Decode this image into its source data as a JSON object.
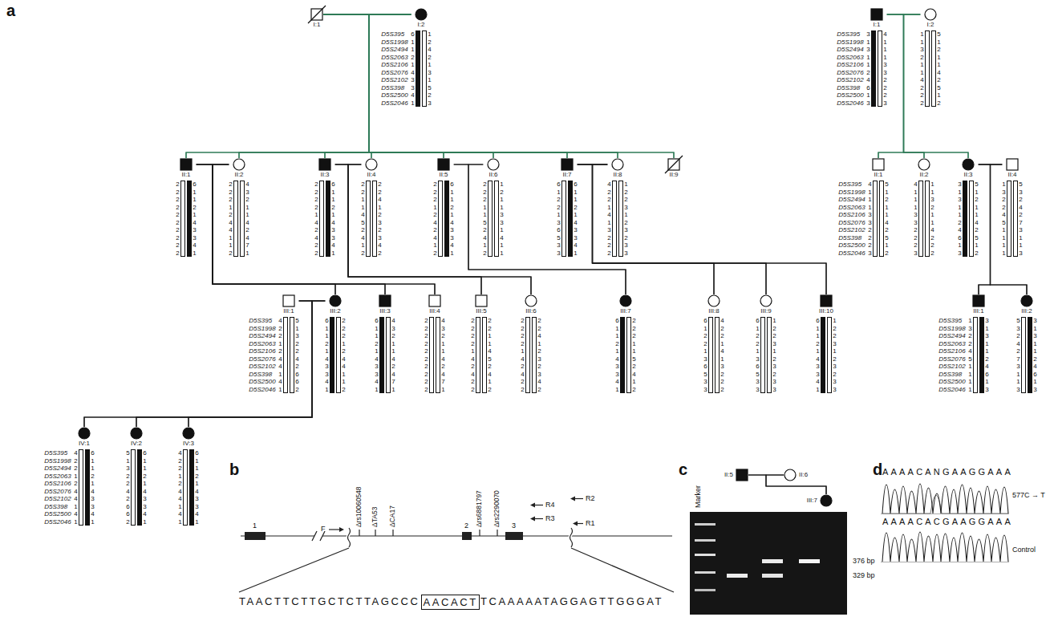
{
  "diagram": {
    "nodes": [
      {
        "text": [
          "I:1"
        ]
      },
      {
        "text": [
          "I:2",
          "6 1 1 2 1 4 3 3 4 1",
          "1 2 4 2 1 3 1 5 2 3"
        ]
      },
      {
        "text": [
          "II:1",
          "2 2 2 2 2 2 2 2 2 2",
          "6 1 1 2 1 4 3 3 4 1"
        ]
      },
      {
        "text": [
          "II:2",
          "2 2 2 1 2 4 4 1 1 2",
          "4 3 2 1 1 4 2 4 7 1"
        ]
      },
      {
        "text": [
          "II:3",
          "2 2 2 2 1 4 2 4 2 2",
          "6 1 1 2 1 4 3 3 4 1"
        ]
      },
      {
        "text": [
          "II:4",
          "2 2 1 1 4 5 2 4 1 2",
          "2 2 4 1 2 3 2 3 4 2"
        ]
      },
      {
        "text": [
          "II:5",
          "2 2 2 1 2 4 2 4 1 2",
          "6 1 1 2 1 4 3 3 4 1"
        ]
      },
      {
        "text": [
          "II:6",
          "2 2 2 1 1 5 2 4 1 2",
          "1 2 1 1 3 3 1 4 1 1"
        ]
      },
      {
        "text": [
          "II:7",
          "6 1 2 2 1 3 6 5 3 3",
          "6 1 1 2 1 4 3 3 4 1"
        ]
      },
      {
        "text": [
          "II:8",
          "4 2 2 1 4 1 3 2 2 2",
          "1 2 2 3 1 2 3 2 3 3"
        ]
      },
      {
        "text": [
          "II:9"
        ]
      },
      {
        "text": [
          "III:1",
          "4 2 2 1 2 4 4 1 4 1",
          "5 1 3 2 2 4 2 6 6 2"
        ]
      },
      {
        "text": [
          "III:2",
          "6 1 1 2 1 4 3 3 4 1",
          "2 2 2 1 2 4 4 1 1 2"
        ]
      },
      {
        "text": [
          "III:3",
          "6 1 1 2 1 4 3 3 4 1",
          "4 3 2 1 1 4 2 4 7 1"
        ]
      },
      {
        "text": [
          "III:4",
          "2 2 2 2 2 2 2 2 2 2",
          "4 3 2 1 1 4 2 4 7 1"
        ]
      },
      {
        "text": [
          "III:5",
          "2 2 2 2 1 4 2 4 2 2",
          "2 2 1 1 4 5 2 4 1 2"
        ]
      },
      {
        "text": [
          "III:6",
          "2 2 2 2 1 4 2 4 2 2",
          "2 2 4 1 2 3 2 3 4 2"
        ]
      },
      {
        "text": [
          "III:7",
          "6 1 1 2 1 4 3 3 4 1",
          "2 2 2 1 1 5 2 4 1 2"
        ]
      },
      {
        "text": [
          "III:8",
          "6 1 2 2 1 3 6 5 3 3",
          "4 2 2 1 4 1 3 2 2 2"
        ]
      },
      {
        "text": [
          "III:9",
          "6 1 2 2 1 3 6 5 3 3",
          "1 2 2 3 1 2 3 2 3 3"
        ]
      },
      {
        "text": [
          "III:10",
          "6 1 1 2 1 4 3 3 4 1",
          "1 2 2 3 1 2 3 2 3 3"
        ]
      },
      {
        "text": [
          "IV:1",
          "4 2 2 1 2 4 4 1 4 1",
          "6 1 1 2 1 4 3 3 4 1"
        ]
      },
      {
        "text": [
          "IV:2",
          "5 1 3 2 2 4 2 6 6 2",
          "6 1 1 2 1 4 3 3 4 1"
        ]
      },
      {
        "text": [
          "IV:3",
          "4 2 2 1 2 4 4 1 4 1",
          "6 1 1 2 1 4 3 3 4 1"
        ]
      },
      {
        "text": [
          "I:1",
          "3 1 3 1 1 2 4 6 1 3",
          "4 1 1 1 3 3 2 2 2 3"
        ]
      },
      {
        "text": [
          "I:2",
          "1 1 3 2 1 1 4 2 2 2",
          "5 1 2 1 1 4 2 5 1 2"
        ]
      },
      {
        "text": [
          "II:1",
          "4 1 1 1 3 3 2 2 2 3",
          "5 1 2 1 1 4 2 5 1 2"
        ]
      },
      {
        "text": [
          "II:2",
          "4 1 1 1 3 3 2 2 2 3",
          "1 1 3 2 1 1 4 2 2 2"
        ]
      },
      {
        "text": [
          "II:3",
          "3 1 3 1 1 2 4 6 1 3",
          "5 1 2 1 1 4 2 5 1 2"
        ]
      },
      {
        "text": [
          "II:4",
          "1 3 2 2 4 5 1 1 1 1",
          "5 3 2 4 2 7 3 1 1 3"
        ]
      },
      {
        "text": [
          "III:1",
          "1 3 2 2 4 5 1 1 1 1",
          "3 1 3 1 1 2 4 6 1 3"
        ]
      },
      {
        "text": [
          "III:2",
          "5 3 2 4 2 7 3 1 1 3",
          "3 1 3 1 1 2 4 6 1 3"
        ]
      },
      {
        "text": [
          "AACACT"
        ]
      },
      {
        "text": [
          "II:5"
        ]
      },
      {
        "text": [
          "II:6"
        ]
      },
      {
        "text": [
          "III:7"
        ]
      }
    ],
    "edges": [
      {
        "from": 0,
        "to": 1,
        "arrow": "none"
      },
      {
        "from": 0,
        "to": 2,
        "arrow": "none"
      },
      {
        "from": 0,
        "to": 3,
        "arrow": "none"
      },
      {
        "from": 0,
        "to": 4,
        "arrow": "none"
      },
      {
        "from": 0,
        "to": 5,
        "arrow": "none"
      },
      {
        "from": 0,
        "to": 6,
        "arrow": "none"
      },
      {
        "from": 0,
        "to": 7,
        "arrow": "none"
      },
      {
        "from": 0,
        "to": 8,
        "arrow": "none"
      },
      {
        "from": 0,
        "to": 9,
        "arrow": "none"
      },
      {
        "from": 0,
        "to": 10,
        "arrow": "none"
      },
      {
        "from": 1,
        "to": 2,
        "arrow": "none"
      },
      {
        "from": 1,
        "to": 3,
        "arrow": "none"
      },
      {
        "from": 1,
        "to": 4,
        "arrow": "none"
      },
      {
        "from": 1,
        "to": 5,
        "arrow": "none"
      },
      {
        "from": 1,
        "to": 6,
        "arrow": "none"
      },
      {
        "from": 1,
        "to": 7,
        "arrow": "none"
      },
      {
        "from": 1,
        "to": 8,
        "arrow": "none"
      },
      {
        "from": 1,
        "to": 9,
        "arrow": "none"
      },
      {
        "from": 1,
        "to": 10,
        "arrow": "none"
      },
      {
        "from": 2,
        "to": 3,
        "arrow": "none"
      },
      {
        "from": 2,
        "to": 12,
        "arrow": "none"
      },
      {
        "from": 2,
        "to": 13,
        "arrow": "none"
      },
      {
        "from": 2,
        "to": 14,
        "arrow": "none"
      },
      {
        "from": 3,
        "to": 12,
        "arrow": "none"
      },
      {
        "from": 3,
        "to": 13,
        "arrow": "none"
      },
      {
        "from": 3,
        "to": 14,
        "arrow": "none"
      },
      {
        "from": 4,
        "to": 5,
        "arrow": "none"
      },
      {
        "from": 4,
        "to": 15,
        "arrow": "none"
      },
      {
        "from": 4,
        "to": 16,
        "arrow": "none"
      },
      {
        "from": 5,
        "to": 15,
        "arrow": "none"
      },
      {
        "from": 5,
        "to": 16,
        "arrow": "none"
      },
      {
        "from": 6,
        "to": 7,
        "arrow": "none"
      },
      {
        "from": 6,
        "to": 17,
        "arrow": "none"
      },
      {
        "from": 7,
        "to": 17,
        "arrow": "none"
      },
      {
        "from": 8,
        "to": 9,
        "arrow": "none"
      },
      {
        "from": 8,
        "to": 18,
        "arrow": "none"
      },
      {
        "from": 8,
        "to": 19,
        "arrow": "none"
      },
      {
        "from": 8,
        "to": 20,
        "arrow": "none"
      },
      {
        "from": 9,
        "to": 18,
        "arrow": "none"
      },
      {
        "from": 9,
        "to": 19,
        "arrow": "none"
      },
      {
        "from": 9,
        "to": 20,
        "arrow": "none"
      },
      {
        "from": 11,
        "to": 12,
        "arrow": "none"
      },
      {
        "from": 11,
        "to": 21,
        "arrow": "none"
      },
      {
        "from": 11,
        "to": 22,
        "arrow": "none"
      },
      {
        "from": 11,
        "to": 23,
        "arrow": "none"
      },
      {
        "from": 12,
        "to": 21,
        "arrow": "none"
      },
      {
        "from": 12,
        "to": 22,
        "arrow": "none"
      },
      {
        "from": 12,
        "to": 23,
        "arrow": "none"
      },
      {
        "from": 24,
        "to": 25,
        "arrow": "none"
      },
      {
        "from": 24,
        "to": 26,
        "arrow": "none"
      },
      {
        "from": 24,
        "to": 27,
        "arrow": "none"
      },
      {
        "from": 24,
        "to": 28,
        "arrow": "none"
      },
      {
        "from": 25,
        "to": 26,
        "arrow": "none"
      },
      {
        "from": 25,
        "to": 27,
        "arrow": "none"
      },
      {
        "from": 25,
        "to": 28,
        "arrow": "none"
      },
      {
        "from": 28,
        "to": 29,
        "arrow": "none"
      },
      {
        "from": 28,
        "to": 30,
        "arrow": "none"
      },
      {
        "from": 28,
        "to": 31,
        "arrow": "none"
      },
      {
        "from": 29,
        "to": 30,
        "arrow": "none"
      },
      {
        "from": 29,
        "to": 31,
        "arrow": "none"
      },
      {
        "from": 33,
        "to": 34,
        "arrow": "none"
      },
      {
        "from": 33,
        "to": 35,
        "arrow": "none"
      },
      {
        "from": 34,
        "to": 35,
        "arrow": "none"
      }
    ],
    "labels": [
      "a",
      "D5S395 D5S1998 D5S2494 D5S2063 D5S2106 D5S2076 D5S2102 D5S398 D5S2500 D5S2046",
      "D5S395 D5S1998 D5S2494 D5S2063 D5S2106 D5S2076 D5S2102 D5S398 D5S2500 D5S2046",
      "D5S395 D5S1998 D5S2494 D5S2063 D5S2106 D5S2076 D5S2102 D5S398 D5S2500 D5S2046",
      "D5S395 D5S1998 D5S2494 D5S2063 D5S2106 D5S2076 D5S2102 D5S398 D5S2500 D5S2046",
      "D5S395 D5S1998 D5S2494 D5S2063 D5S2106 D5S2076 D5S2102 D5S398 D5S2500 D5S2046",
      "D5S395 D5S1998 D5S2494 D5S2063 D5S2106 D5S2076 D5S2102 D5S398 D5S2500 D5S2046",
      "b",
      "1",
      "2",
      "3",
      "F",
      "Δrs10060548",
      "ΔTA53",
      "ΔCA17",
      "Δrs6881797",
      "Δrs2290070",
      "R4",
      "R2",
      "R3",
      "R1",
      "TAACTTCTTGCTCTTAGCCC",
      "TCAAAAATAGGAGTTGGGAT",
      "c",
      "Marker",
      "376 bp",
      "329 bp",
      "d",
      "AAAACANGAAGGAAA",
      "577C → T",
      "AAAACACGAAGGAAA",
      "Control"
    ]
  }
}
